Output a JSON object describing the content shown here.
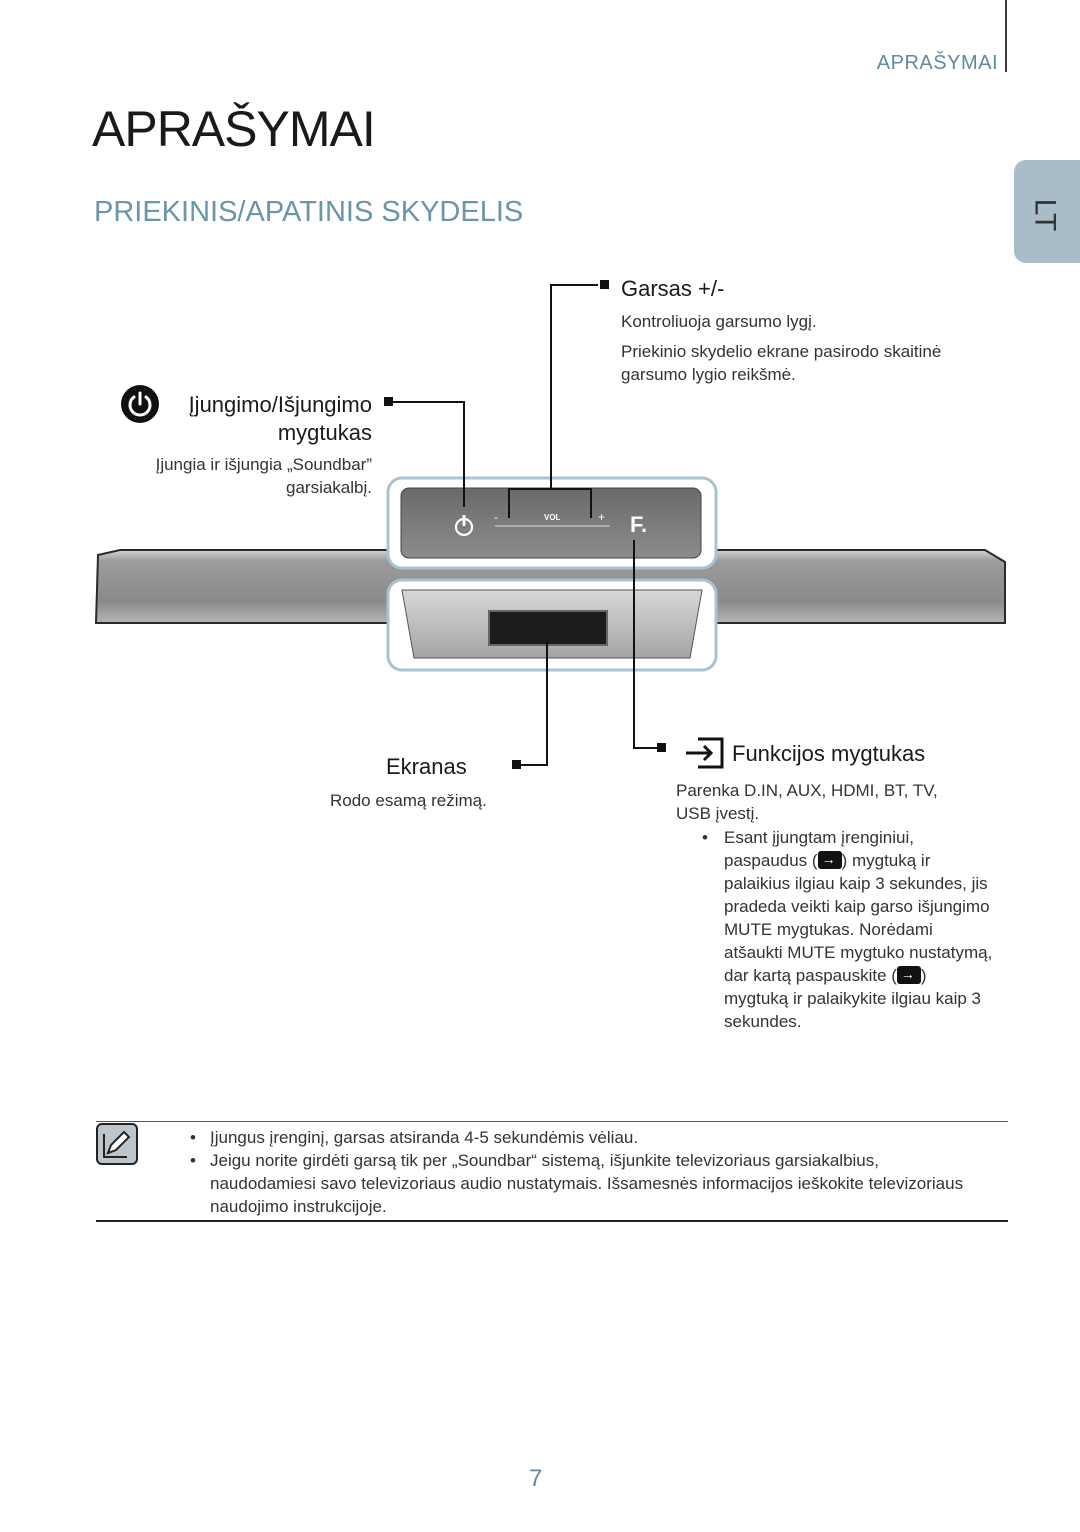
{
  "header": {
    "section_label": "APRAŠYMAI"
  },
  "page_title": "APRAŠYMAI",
  "section_title": "PRIEKINIS/APATINIS SKYDELIS",
  "language_tab": "LT",
  "device": {
    "vol_minus": "-",
    "vol_label": "VOL",
    "vol_plus": "+",
    "function_glyph": "F."
  },
  "callouts": {
    "volume": {
      "title": "Garsas +/-",
      "body_1": "Kontroliuoja garsumo lygį.",
      "body_2": "Priekinio skydelio ekrane pasirodo skaitinė garsumo lygio reikšmė."
    },
    "power": {
      "title_line_1": "Įjungimo/Išjungimo",
      "title_line_2": "mygtukas",
      "body": "Įjungia ir išjungia „Soundbar” garsiakalbį."
    },
    "display": {
      "title": "Ekranas",
      "body": "Rodo esamą režimą."
    },
    "function": {
      "title": "Funkcijos mygtukas",
      "body": "Parenka D.IN, AUX, HDMI, BT, TV, USB įvestį.",
      "bullet_part_1": "Esant įjungtam įrenginiui, paspaudus (",
      "bullet_part_2": ") mygtuką ir palaikius ilgiau kaip 3 sekundes, jis pradeda veikti kaip garso išjungimo MUTE mygtukas. Norėdami atšaukti MUTE mygtuko nustatymą, dar kartą paspauskite (",
      "bullet_part_3": ") mygtuką ir palaikykite ilgiau kaip 3 sekundes."
    }
  },
  "notes": [
    "Įjungus įrenginį, garsas atsiranda 4-5 sekundėmis vėliau.",
    "Jeigu norite girdėti garsą tik per „Soundbar“ sistemą, išjunkite televizoriaus garsiakalbius, naudodamiesi savo televizoriaus audio nustatymais. Išsamesnės informacijos ieškokite televizoriaus naudojimo instrukcijoje."
  ],
  "page_number": "7"
}
